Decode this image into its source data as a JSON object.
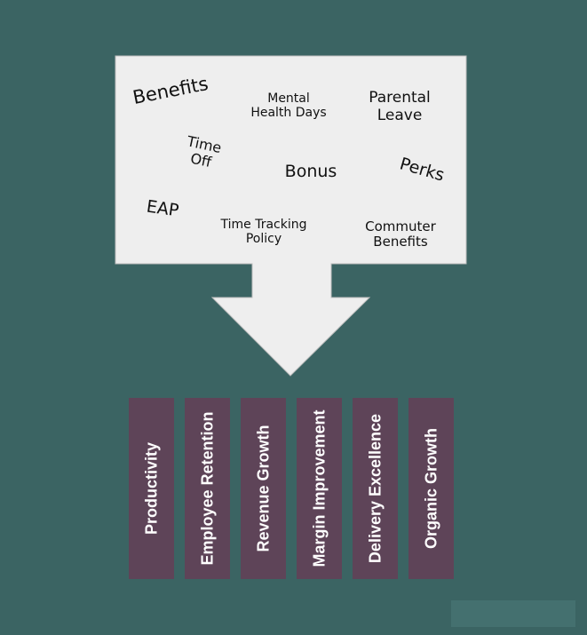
{
  "inputs": {
    "benefits": "Benefits",
    "mental_health_days": "Mental\nHealth Days",
    "parental_leave": "Parental\nLeave",
    "time_off": "Time\nOff",
    "bonus": "Bonus",
    "perks": "Perks",
    "eap": "EAP",
    "time_tracking_policy": "Time Tracking\nPolicy",
    "commuter_benefits": "Commuter\nBenefits"
  },
  "outcomes": [
    "Productivity",
    "Employee Retention",
    "Revenue Growth",
    "Margin Improvement",
    "Delivery Excellence",
    "Organic Growth"
  ],
  "colors": {
    "background": "#3b6463",
    "arrow_fill": "#eeeeee",
    "pillar_fill": "#5e4458",
    "pillar_text": "#ffffff"
  }
}
